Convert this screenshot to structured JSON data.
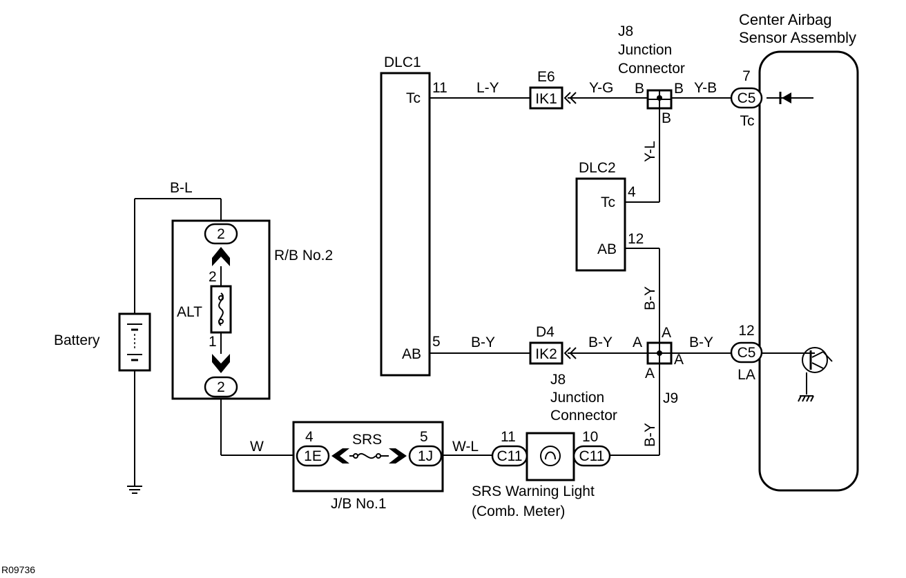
{
  "components": {
    "center_airbag": {
      "line1": "Center Airbag",
      "line2": "Sensor Assembly"
    },
    "dlc1": {
      "name": "DLC1",
      "tc": "Tc",
      "ab": "AB",
      "pin_tc": "11",
      "pin_ab": "5"
    },
    "dlc2": {
      "name": "DLC2",
      "tc": "Tc",
      "ab": "AB",
      "pin_tc": "4",
      "pin_ab": "12"
    },
    "j8_top": {
      "line1": "J8",
      "line2": "Junction",
      "line3": "Connector",
      "pin_left": "B",
      "pin_right": "B",
      "pin_bottom": "B"
    },
    "j8_bottom": {
      "line1": "J8",
      "line2": "Junction",
      "line3": "Connector",
      "pin_left": "A",
      "pin_top": "A",
      "pin_right": "A",
      "pin_bottom": "A"
    },
    "j9": {
      "name": "J9"
    },
    "e6": {
      "name": "E6",
      "connector": "IK1"
    },
    "d4": {
      "name": "D4",
      "connector": "IK2"
    },
    "rb_no2": {
      "name": "R/B No.2",
      "fuse": "ALT",
      "pin_top": "2",
      "pin_bottom": "1",
      "conn_top": "2",
      "conn_bottom": "2"
    },
    "battery": {
      "name": "Battery"
    },
    "jb_no1": {
      "name": "J/B No.1",
      "fuse": "SRS",
      "pin_left": "4",
      "pin_right": "5",
      "conn_left": "1E",
      "conn_right": "1J"
    },
    "srs_light": {
      "line1": "SRS Warning Light",
      "line2": "(Comb. Meter)",
      "pin_left": "11",
      "pin_right": "10",
      "conn_left": "C11",
      "conn_right": "C11"
    },
    "c5_top": {
      "name": "C5",
      "pin": "7",
      "terminal": "Tc"
    },
    "c5_bottom": {
      "name": "C5",
      "pin": "12",
      "terminal": "LA"
    }
  },
  "wires": {
    "bl": "B-L",
    "ly": "L-Y",
    "yg": "Y-G",
    "yb": "Y-B",
    "yl": "Y-L",
    "by_1": "B-Y",
    "by_2": "B-Y",
    "by_3": "B-Y",
    "by_v1": "B-Y",
    "by_v2": "B-Y",
    "w": "W",
    "wl": "W-L"
  },
  "figure_code": "R09736"
}
